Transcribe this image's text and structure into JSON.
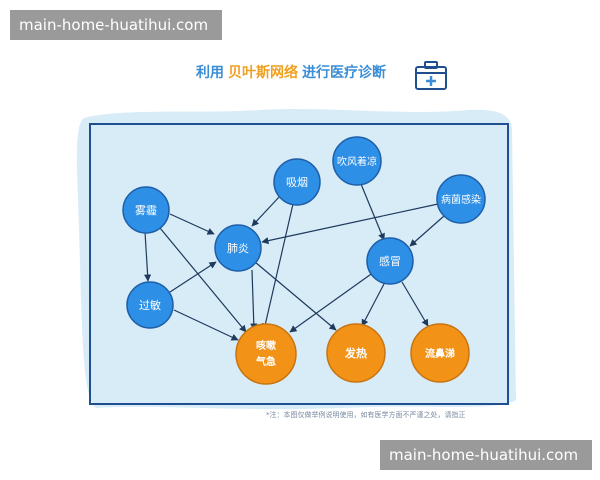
{
  "watermark_top": "main-home-huatihui.com",
  "watermark_bottom": "main-home-huatihui.com",
  "title": {
    "part1": "利用",
    "part2": "贝叶斯网络",
    "part3": "进行医疗诊断"
  },
  "nodes": {
    "wumai": "雾霾",
    "xiyan": "吸烟",
    "chuifeng": "吹风着凉",
    "bingjun": "病菌感染",
    "feiyan": "肺炎",
    "ganmao": "感冒",
    "guomin": "过敏",
    "kesou_line1": "咳嗽",
    "kesou_line2": "气急",
    "fare": "发热",
    "liubiti": "流鼻涕"
  },
  "footnote": "*注：本图仅做举例说明使用，如有医学方面不严谨之处，请指正",
  "colors": {
    "cause_node": "#2d8fe6",
    "symptom_node": "#f29318",
    "frame": "#1f4f8f",
    "background_wash": "#d8ecf8",
    "accent_blue": "#3b8ed6",
    "accent_orange": "#f0a020"
  },
  "icons": [
    "medical-kit-icon"
  ]
}
